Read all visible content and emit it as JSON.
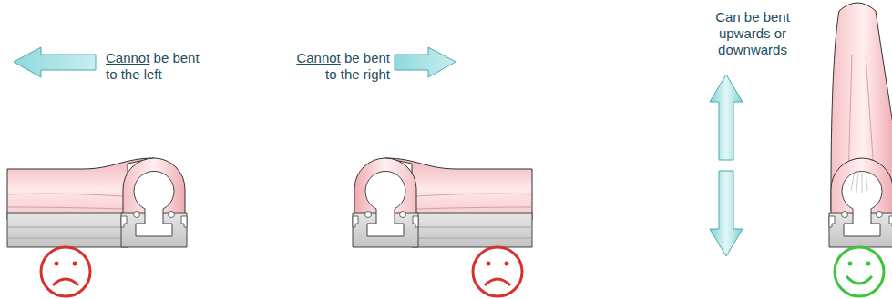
{
  "diagram": {
    "labels": [
      "Cannot be bent to the left",
      "Cannot be bent to the right",
      "Can be bent upwards or downwards"
    ]
  }
}
